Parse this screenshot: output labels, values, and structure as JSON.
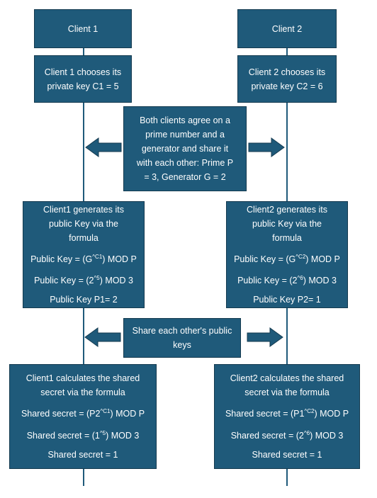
{
  "client1": {
    "header": "Client 1",
    "private_key": [
      "Client 1 chooses its",
      "private key C1 = 5"
    ],
    "public_key": {
      "intro": [
        "Client1 generates its",
        "public Key via the",
        "formula"
      ],
      "formula_pre": "Public Key = (G",
      "formula_sup": "^C1",
      "formula_post": ") MOD P",
      "calc_pre": "Public Key = (2",
      "calc_sup": "^5",
      "calc_post": ") MOD 3",
      "result": "Public Key P1= 2"
    },
    "shared": {
      "intro": [
        "Client1 calculates the shared",
        "secret via the formula"
      ],
      "formula_pre": "Shared secret = (P2",
      "formula_sup": "^C1",
      "formula_post": ") MOD P",
      "calc_pre": "Shared secret = (1",
      "calc_sup": "^5",
      "calc_post": ") MOD 3",
      "result": "Shared secret = 1"
    }
  },
  "client2": {
    "header": "Client 2",
    "private_key": [
      "Client 2 chooses its",
      "private key C2 = 6"
    ],
    "public_key": {
      "intro": [
        "Client2 generates its",
        "public Key via the",
        "formula"
      ],
      "formula_pre": "Public Key = (G",
      "formula_sup": "^C2",
      "formula_post": ") MOD P",
      "calc_pre": "Public Key = (2",
      "calc_sup": "^6",
      "calc_post": ") MOD 3",
      "result": "Public Key P2= 1"
    },
    "shared": {
      "intro": [
        "Client2 calculates the shared",
        "secret via the formula"
      ],
      "formula_pre": "Shared secret = (P1",
      "formula_sup": "^C2",
      "formula_post": ") MOD P",
      "calc_pre": "Shared secret = (2",
      "calc_sup": "^6",
      "calc_post": ") MOD 3",
      "result": "Shared secret = 1"
    }
  },
  "agree": [
    "Both clients agree on a",
    "prime number and a",
    "generator and share it",
    "with each other: Prime P",
    "= 3, Generator G = 2"
  ],
  "share": [
    "Share each other's public",
    "keys"
  ],
  "colors": {
    "box_fill": "#1f5a7a",
    "box_border": "#143a4f",
    "text": "#ffffff"
  }
}
